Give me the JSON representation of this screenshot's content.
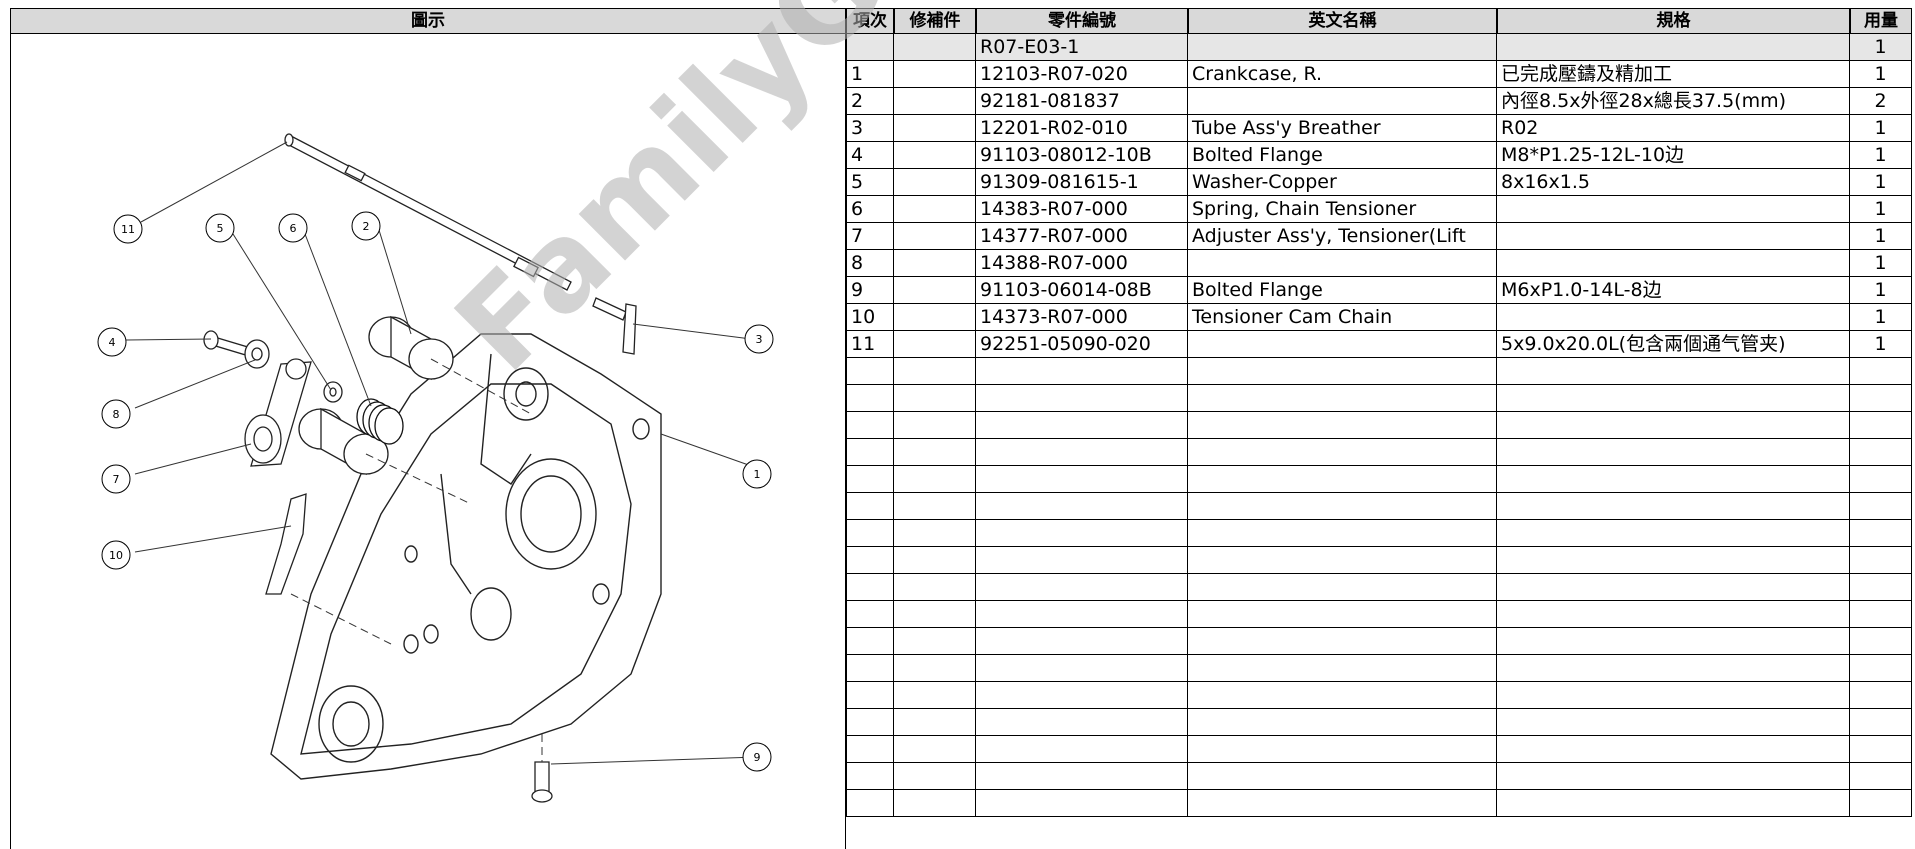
{
  "headers": {
    "diagram": "圖示",
    "item": "項次",
    "revision": "修補件",
    "part_no": "零件編號",
    "english_name": "英文名稱",
    "spec": "規格",
    "qty": "用量"
  },
  "rows": [
    {
      "item": "",
      "rev": "",
      "part": "R07-E03-1",
      "name": "",
      "spec": "",
      "qty": "1"
    },
    {
      "item": "1",
      "rev": "",
      "part": "12103-R07-020",
      "name": "Crankcase, R.",
      "spec": "已完成壓鑄及精加工",
      "qty": "1"
    },
    {
      "item": "2",
      "rev": "",
      "part": "92181-081837",
      "name": "",
      "spec": "內徑8.5x外徑28x總長37.5(mm)",
      "qty": "2"
    },
    {
      "item": "3",
      "rev": "",
      "part": "12201-R02-010",
      "name": "Tube Ass'y Breather",
      "spec": "R02",
      "qty": "1"
    },
    {
      "item": "4",
      "rev": "",
      "part": "91103-08012-10B",
      "name": "Bolted Flange",
      "spec": "M8*P1.25-12L-10边",
      "qty": "1"
    },
    {
      "item": "5",
      "rev": "",
      "part": "91309-081615-1",
      "name": "Washer-Copper",
      "spec": "8x16x1.5",
      "qty": "1"
    },
    {
      "item": "6",
      "rev": "",
      "part": "14383-R07-000",
      "name": "Spring, Chain Tensioner",
      "spec": "",
      "qty": "1"
    },
    {
      "item": "7",
      "rev": "",
      "part": "14377-R07-000",
      "name": "Adjuster Ass'y, Tensioner(Lift",
      "spec": "",
      "qty": "1"
    },
    {
      "item": "8",
      "rev": "",
      "part": "14388-R07-000",
      "name": "",
      "spec": "",
      "qty": "1"
    },
    {
      "item": "9",
      "rev": "",
      "part": "91103-06014-08B",
      "name": "Bolted Flange",
      "spec": "M6xP1.0-14L-8边",
      "qty": "1"
    },
    {
      "item": "10",
      "rev": "",
      "part": "14373-R07-000",
      "name": "Tensioner Cam Chain",
      "spec": "",
      "qty": "1"
    },
    {
      "item": "11",
      "rev": "",
      "part": "92251-05090-020",
      "name": "",
      "spec": "5x9.0x20.0L(包含兩個通气管夹)",
      "qty": "1"
    }
  ],
  "empty_rows": 17,
  "callouts": [
    "11",
    "5",
    "6",
    "2",
    "3",
    "4",
    "8",
    "7",
    "1",
    "10",
    "9"
  ],
  "watermark": "FamilyGoKarts.com"
}
